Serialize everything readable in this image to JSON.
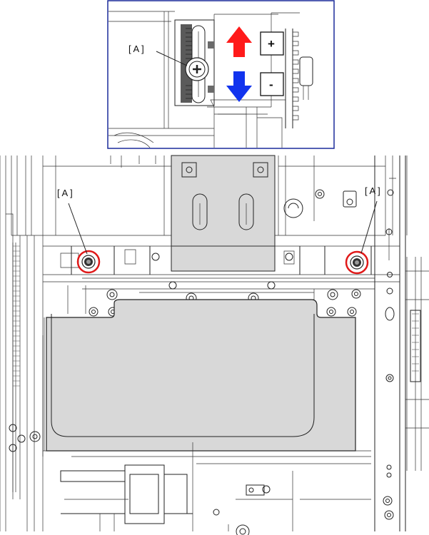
{
  "inset": {
    "label": "[ A ]",
    "plus_label": "+",
    "minus_label": "-",
    "frame_color": "#1a2a9a",
    "arrow_up_color": "#ff1a1a",
    "arrow_down_color": "#1133ee"
  },
  "main": {
    "label_left": "[ A ]",
    "label_right": "[ A ]",
    "highlight_color": "#e01919",
    "cover_fill": "#d8d8d8"
  }
}
